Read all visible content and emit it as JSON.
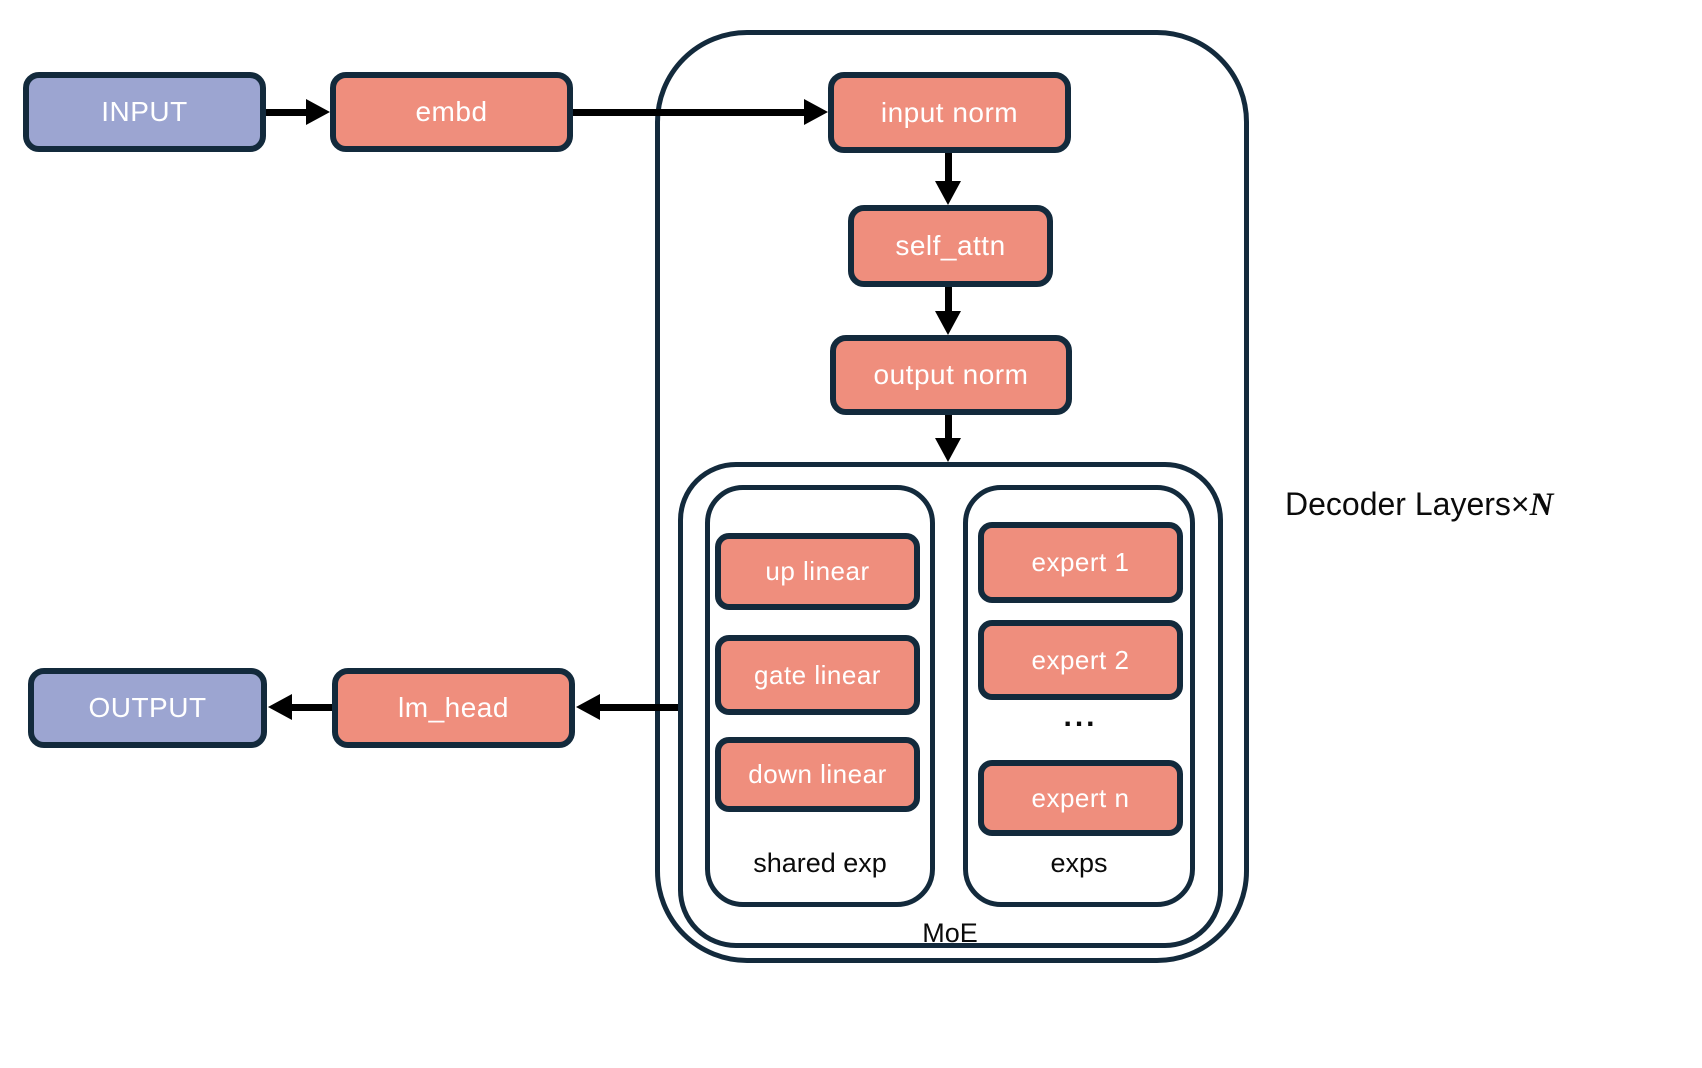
{
  "diagram": {
    "type": "moe-decoder-architecture-flow",
    "colors": {
      "io_fill": "#9CA5D1",
      "module_fill": "#EF8E7D",
      "border": "#132A3C",
      "arrow": "#000000",
      "box_text": "#FFFFFF",
      "label_text": "#0B0B0B",
      "background": "#FFFFFF"
    },
    "io_nodes": {
      "input": "INPUT",
      "output": "OUTPUT"
    },
    "nodes": {
      "embd": "embd",
      "lm_head": "lm_head",
      "input_norm": "input norm",
      "self_attn": "self_attn",
      "output_norm": "output norm",
      "up_linear": "up linear",
      "gate_linear": "gate linear",
      "down_linear": "down linear",
      "expert_1": "expert 1",
      "expert_2": "expert 2",
      "expert_ellipsis": "...",
      "expert_n": "expert n"
    },
    "containers": {
      "decoder_label": "Decoder Layers×",
      "decoder_label_n": "N",
      "moe_label": "MoE",
      "shared_exp_label": "shared exp",
      "exps_label": "exps"
    }
  }
}
